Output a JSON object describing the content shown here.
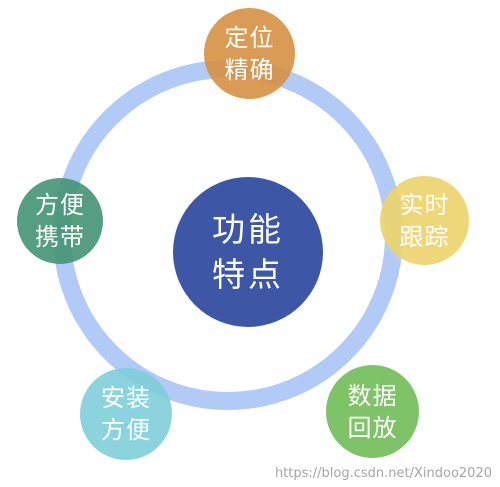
{
  "diagram": {
    "center": {
      "line1": "功能",
      "line2": "特点"
    },
    "nodes": {
      "top": {
        "line1": "定位",
        "line2": "精确"
      },
      "right": {
        "line1": "实时",
        "line2": "跟踪"
      },
      "bottom_right": {
        "line1": "数据",
        "line2": "回放"
      },
      "bottom_left": {
        "line1": "安装",
        "line2": "方便"
      },
      "left": {
        "line1": "方便",
        "line2": "携带"
      }
    },
    "colors": {
      "ring": "#a4c2f4",
      "center": "#3d57a6",
      "top": "#d69042",
      "right": "#ecd46c",
      "bottom_right": "#74be5c",
      "bottom_left": "#7ccfd8",
      "left": "#449474"
    }
  },
  "watermark": "https://blog.csdn.net/Xindoo2020"
}
